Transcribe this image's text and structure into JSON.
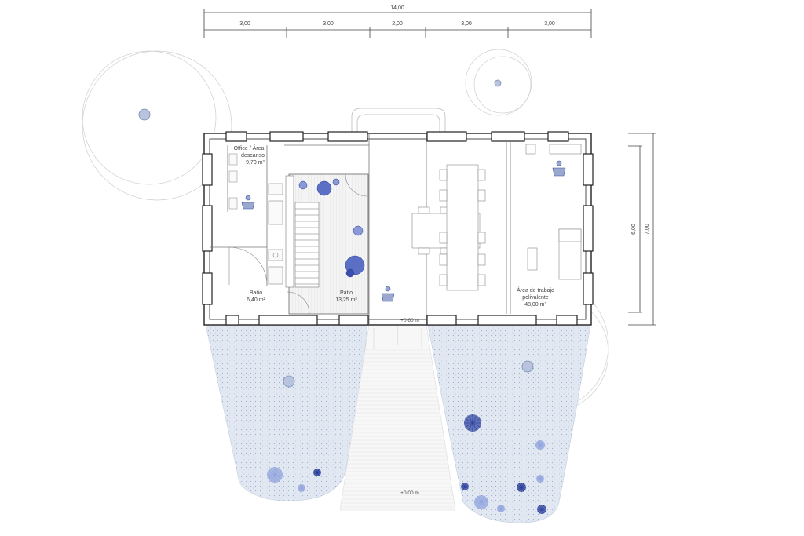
{
  "dimensions": {
    "overall_width": "14,00",
    "segments": [
      "3,00",
      "3,00",
      "2,00",
      "3,00",
      "3,00"
    ],
    "depth_inner": "6,00",
    "depth_outer": "7,00"
  },
  "rooms": {
    "office": {
      "line1": "Office / Área",
      "line2": "descanso",
      "area": "9,70 m²"
    },
    "bathroom": {
      "name": "Baño",
      "area": "6,40 m²"
    },
    "courtyard": {
      "name": "Patio",
      "area": "13,25 m²"
    },
    "workspace": {
      "line1": "Área de trabajo",
      "line2": "polivalente",
      "area": "48,00 m²"
    }
  },
  "levels": {
    "entrance": "+0,60 m",
    "ground": "+0,00 m"
  },
  "colors": {
    "wall": "#222222",
    "garden_fill": "#dde6f0",
    "accent_blue": "#4a5fb0",
    "tree_fill": "#b8c4dd"
  }
}
